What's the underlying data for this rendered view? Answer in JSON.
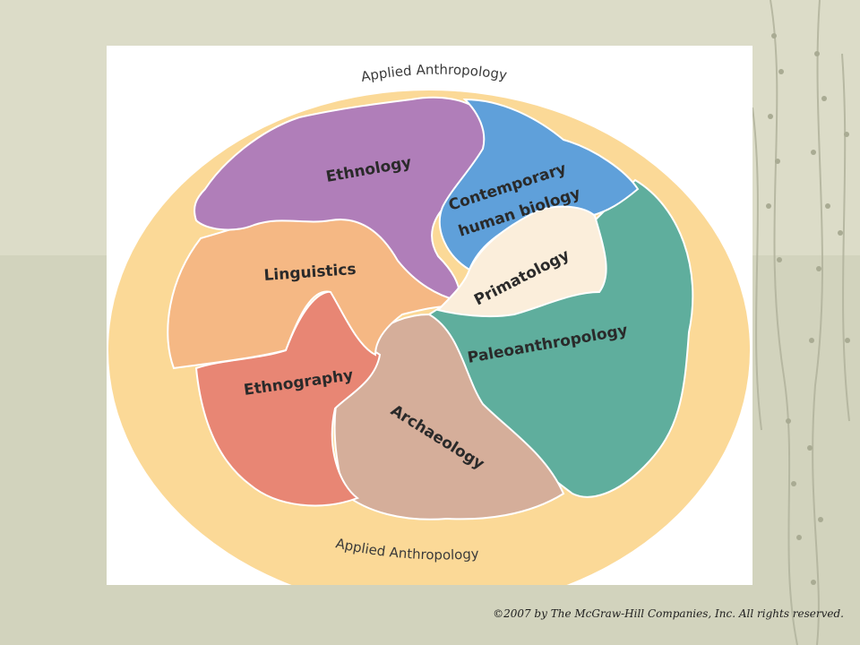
{
  "diagram": {
    "outer_label_top": "Applied Anthropology",
    "outer_label_bottom": "Applied Anthropology",
    "regions": [
      {
        "id": "ethnology",
        "label": "Ethnology",
        "color": "#b07eb9"
      },
      {
        "id": "contemporary",
        "label_lines": [
          "Contemporary",
          "human biology"
        ],
        "color": "#5fa0da"
      },
      {
        "id": "primatology",
        "label": "Primatology",
        "color": "#fbeedb"
      },
      {
        "id": "linguistics",
        "label": "Linguistics",
        "color": "#f5b884"
      },
      {
        "id": "paleoanthropology",
        "label": "Paleoanthropology",
        "color": "#5fae9d"
      },
      {
        "id": "ethnography",
        "label": "Ethnography",
        "color": "#e88674"
      },
      {
        "id": "archaeology",
        "label": "Archaeology",
        "color": "#d5ae9a"
      }
    ],
    "ellipse_color": "#fbd997"
  },
  "footer": {
    "copyright": "©2007 by The McGraw-Hill Companies, Inc. All rights reserved."
  }
}
